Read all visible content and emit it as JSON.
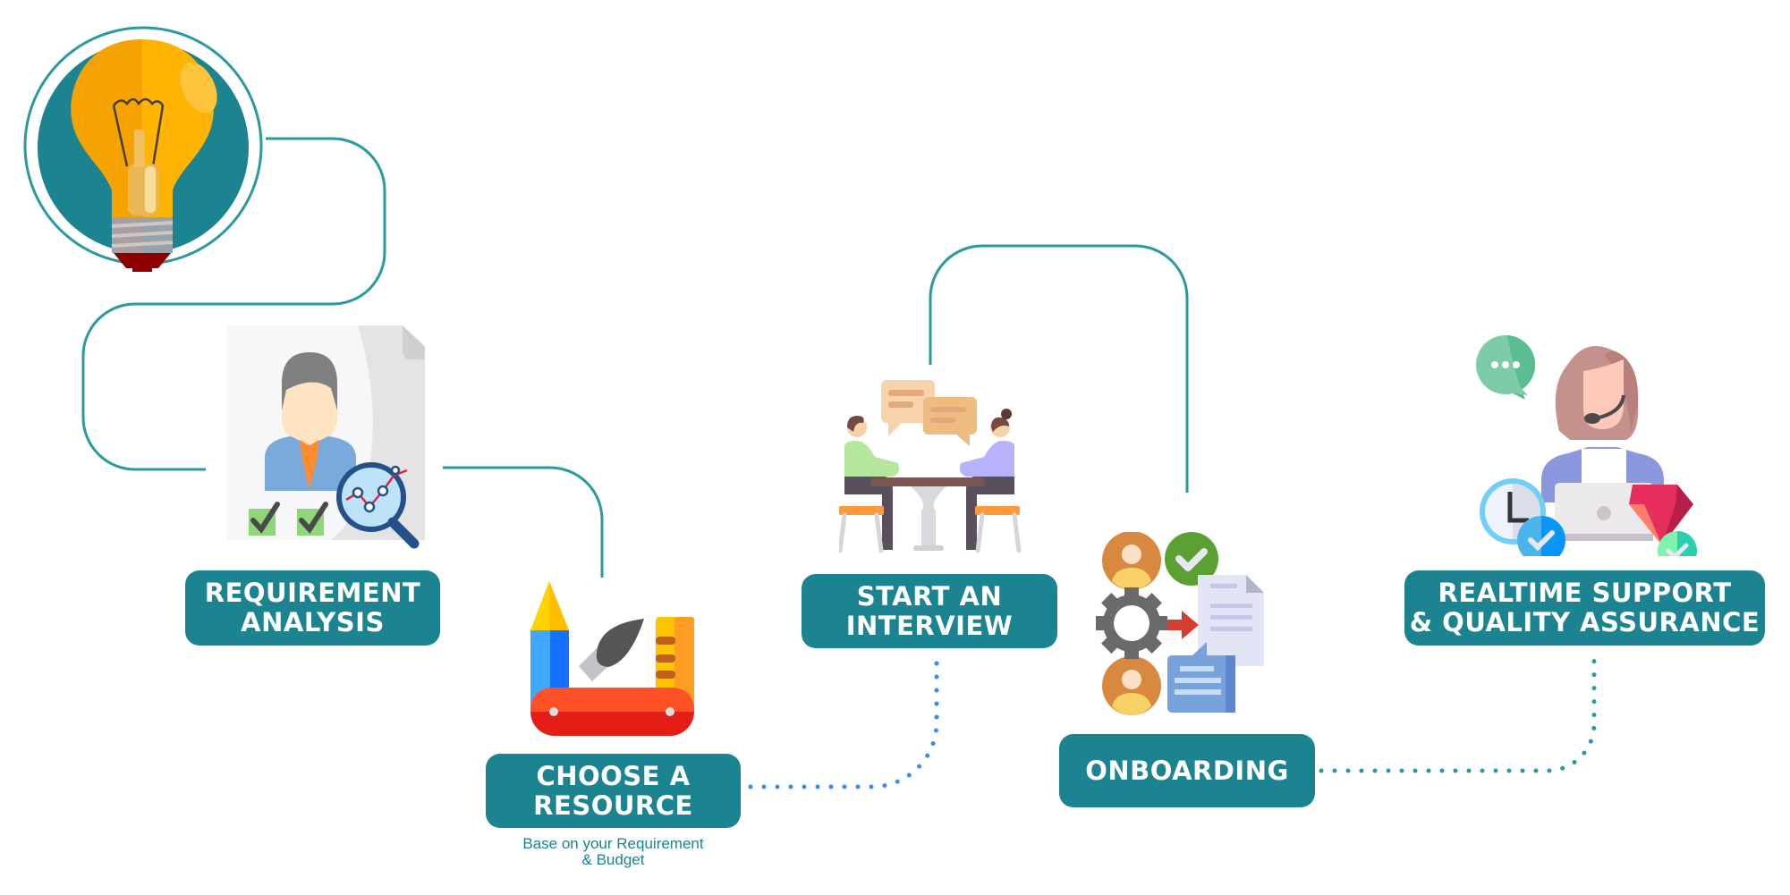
{
  "colors": {
    "primary": "#1c8390",
    "connector_line": "#2a9a9f",
    "dots_blue": "#3b8cf0",
    "dots_teal": "#2a9a9f",
    "background": "#ffffff"
  },
  "start_icon": "lightbulb-icon",
  "steps": [
    {
      "id": "requirement-analysis",
      "icon": "resume-analysis-icon",
      "label_lines": [
        "REQUIREMENT",
        "ANALYSIS"
      ]
    },
    {
      "id": "choose-resource",
      "icon": "toolkit-icon",
      "label_lines": [
        "CHOOSE A",
        "RESOURCE"
      ],
      "caption_lines": [
        "Base on your Requirement",
        "& Budget"
      ]
    },
    {
      "id": "start-interview",
      "icon": "interview-meeting-icon",
      "label_lines": [
        "START AN",
        "INTERVIEW"
      ]
    },
    {
      "id": "onboarding",
      "icon": "onboarding-process-icon",
      "label_lines": [
        "ONBOARDING"
      ]
    },
    {
      "id": "realtime-support",
      "icon": "support-agent-icon",
      "label_lines": [
        "REALTIME SUPPORT",
        "& QUALITY ASSURANCE"
      ]
    }
  ]
}
